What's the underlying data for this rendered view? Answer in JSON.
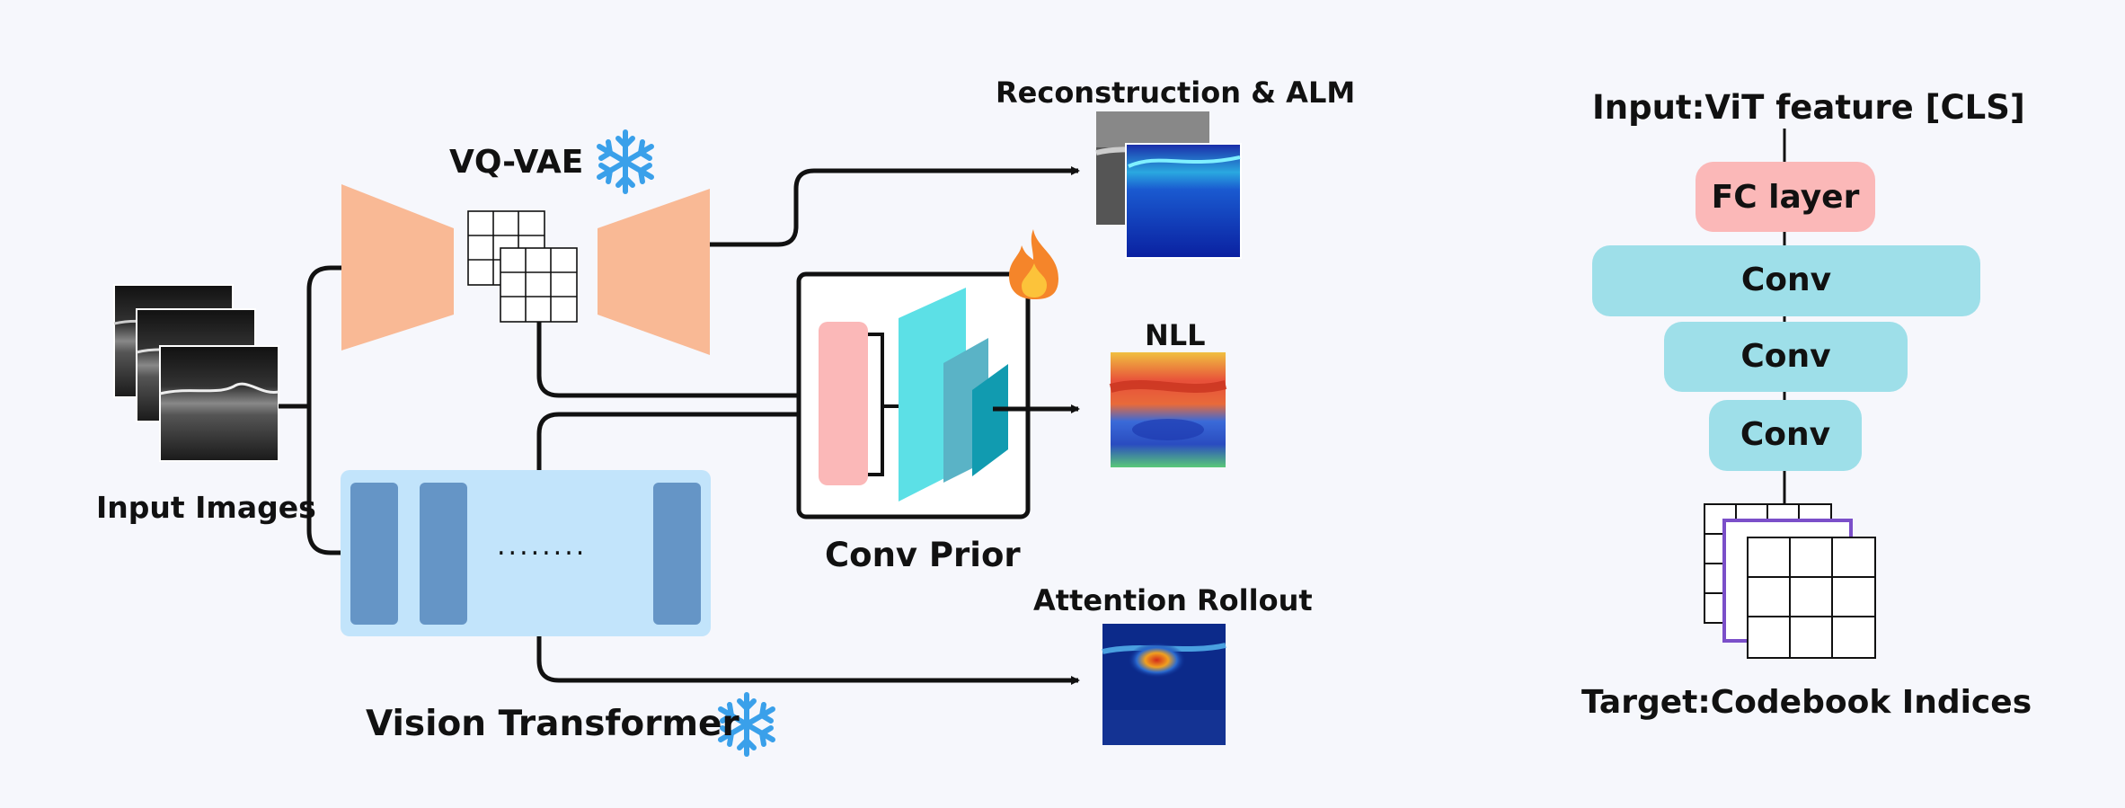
{
  "labels": {
    "vqvae": "VQ-VAE",
    "vision_transformer": "Vision Transformer",
    "input_images": "Input Images",
    "conv_prior": "Conv Prior",
    "reconstruction": "Reconstruction & ALM",
    "nll": "NLL",
    "attention_rollout": "Attention Rollout",
    "vit_dots": "........"
  },
  "prior_arch": {
    "input": "Input:ViT feature [CLS]",
    "fc": "FC layer",
    "conv1": "Conv",
    "conv2": "Conv",
    "conv3": "Conv",
    "target": "Target:Codebook Indices"
  },
  "colors": {
    "encoder": "#f9b995",
    "vit_panel": "#c2e4fb",
    "vit_block": "#6595c6",
    "conv_box": "#9edfe9",
    "fc_box": "#fbb8b8",
    "frozen": "#3aa0ea",
    "trainable": "#f5852a",
    "grid_highlight": "#7b4fc9"
  },
  "icons": {
    "frozen": "snowflake-icon",
    "trainable": "flame-icon"
  }
}
